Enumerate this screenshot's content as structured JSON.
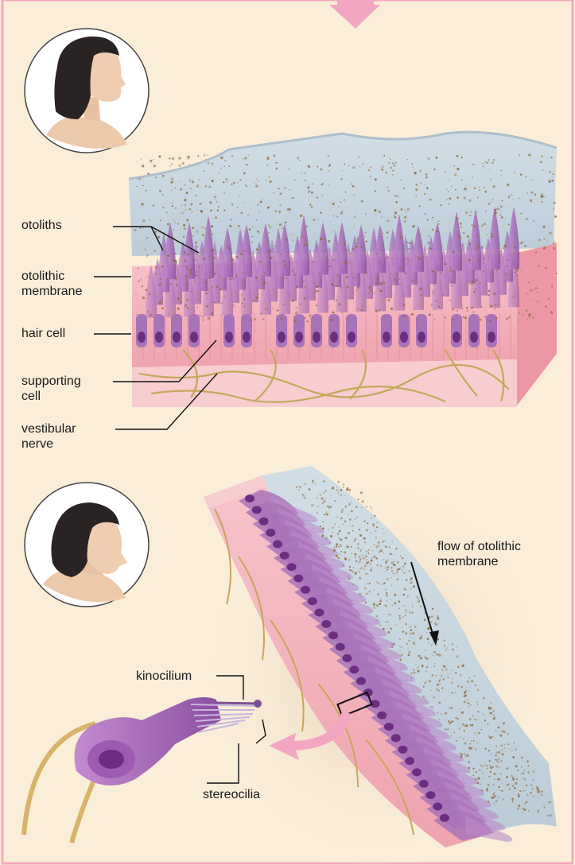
{
  "labels": {
    "otoliths": "otoliths",
    "otolithic_membrane": "otolithic\nmembrane",
    "hair_cell": "hair cell",
    "supporting_cell": "supporting\ncell",
    "vestibular_nerve": "vestibular\nnerve",
    "flow": "flow of otolithic\nmembrane",
    "kinocilium": "kinocilium",
    "stereocilia": "stereocilia"
  },
  "colors": {
    "background": "#fbeed9",
    "border": "#f3a9bd",
    "arrow": "#f3a6c2",
    "membrane": "#c8d8e2",
    "epithelium": "#f4b4bd",
    "hair_cell": "#a874b8",
    "nucleus": "#7a3a8c",
    "otolith": "#8e6a3e",
    "nerve": "#c9a55a"
  },
  "icons": [
    "head-upright-icon",
    "head-tilted-icon"
  ]
}
